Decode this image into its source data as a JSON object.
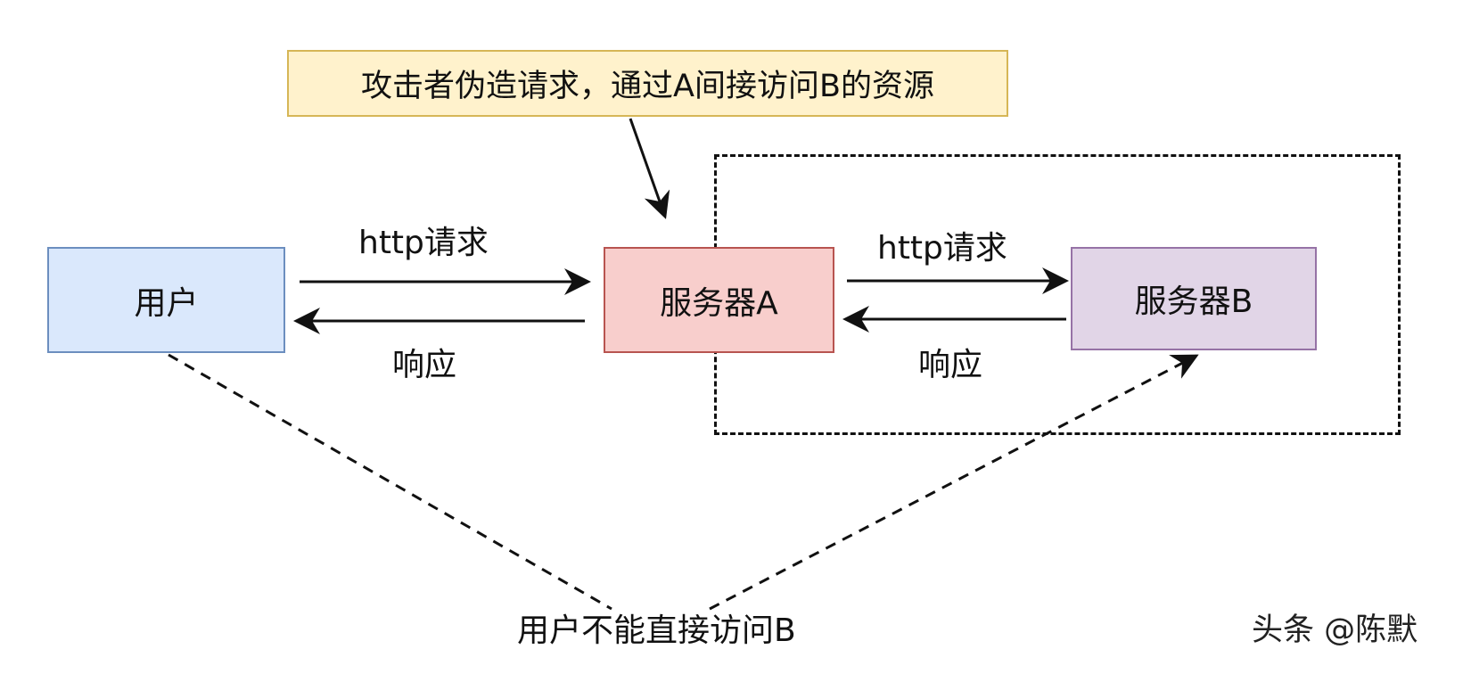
{
  "nodes": {
    "user": "用户",
    "server_a": "服务器A",
    "server_b": "服务器B"
  },
  "note": "攻击者伪造请求，通过A间接访问B的资源",
  "edges": {
    "request_1": "http请求",
    "response_1": "响应",
    "request_2": "http请求",
    "response_2": "响应",
    "no_direct_access": "用户不能直接访问B"
  },
  "watermark": "头条 @陈默",
  "colors": {
    "user_fill": "#dae8fc",
    "user_border": "#6c8ebf",
    "server_a_fill": "#f8cecc",
    "server_a_border": "#b85450",
    "server_b_fill": "#e1d5e7",
    "server_b_border": "#9673a6",
    "note_fill": "#fff2cc",
    "note_border": "#d6b656",
    "line": "#111111"
  }
}
